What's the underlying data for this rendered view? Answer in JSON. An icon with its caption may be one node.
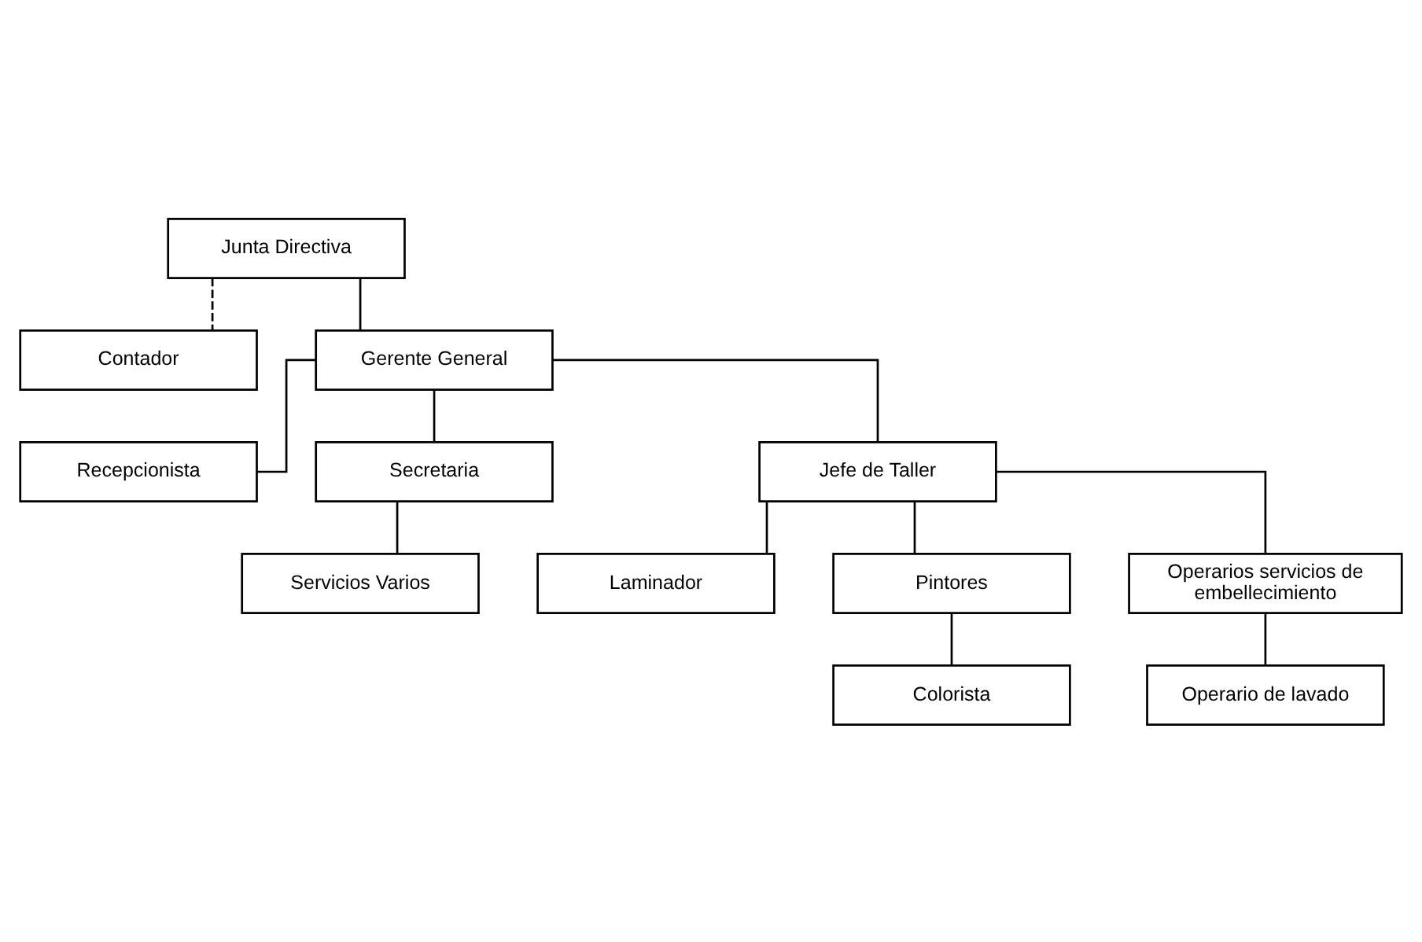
{
  "diagram": {
    "nodes": [
      {
        "text": [
          "Junta Directiva"
        ]
      },
      {
        "text": [
          "Contador"
        ]
      },
      {
        "text": [
          "Gerente General"
        ]
      },
      {
        "text": [
          "Recepcionista"
        ]
      },
      {
        "text": [
          "Secretaria"
        ]
      },
      {
        "text": [
          "Servicios Varios"
        ]
      },
      {
        "text": [
          "Jefe de Taller"
        ]
      },
      {
        "text": [
          "Laminador"
        ]
      },
      {
        "text": [
          "Pintores"
        ]
      },
      {
        "text": [
          "Operarios servicios de embellecimiento"
        ]
      },
      {
        "text": [
          "Colorista"
        ]
      },
      {
        "text": [
          "Operario de lavado"
        ]
      }
    ],
    "edges": [
      {
        "from": 0,
        "to": 2,
        "arrow": "none"
      },
      {
        "from": 0,
        "to": 1,
        "arrow": "none",
        "style": "dashed"
      },
      {
        "from": 2,
        "to": 3,
        "arrow": "none"
      },
      {
        "from": 2,
        "to": 4,
        "arrow": "none"
      },
      {
        "from": 2,
        "to": 6,
        "arrow": "none"
      },
      {
        "from": 4,
        "to": 5,
        "arrow": "none"
      },
      {
        "from": 6,
        "to": 7,
        "arrow": "none"
      },
      {
        "from": 6,
        "to": 8,
        "arrow": "none"
      },
      {
        "from": 6,
        "to": 9,
        "arrow": "none"
      },
      {
        "from": 8,
        "to": 10,
        "arrow": "none"
      },
      {
        "from": 9,
        "to": 11,
        "arrow": "none"
      }
    ]
  }
}
